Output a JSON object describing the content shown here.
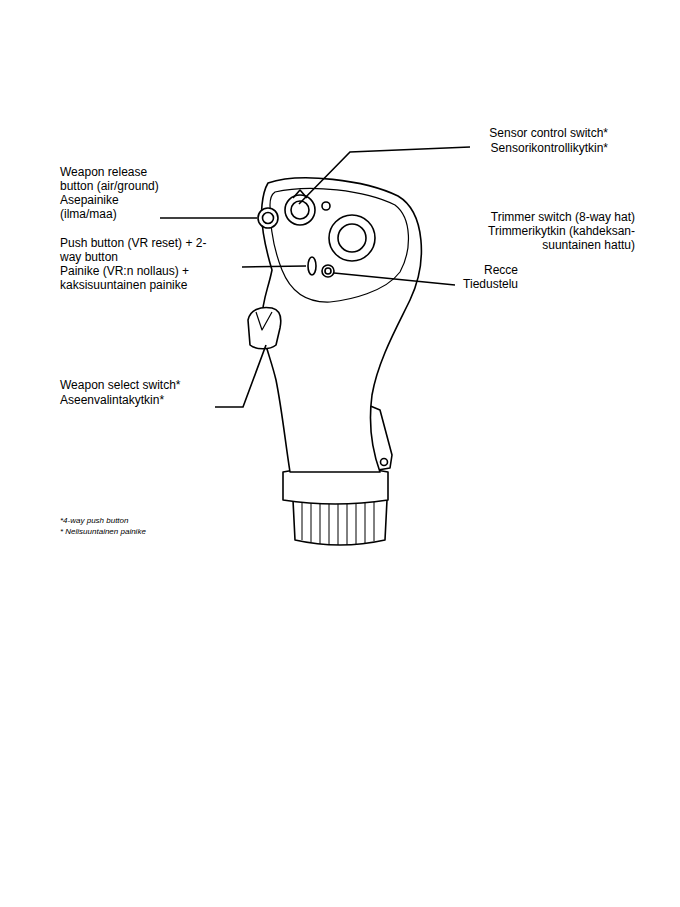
{
  "diagram": {
    "labels": [
      "Sensor control switch*",
      "Sensorikontrollikytkin*",
      "Weapon release button (air/ground)",
      "Asepainike (ilma/maa)",
      "Trimmer switch (8-way hat)",
      "Trimmerikytkin (kahdeksan- suuntainen hattu)",
      "Push button (VR reset) + 2-way button",
      "Painike (VR:n nollaus) + kaksisuuntainen painike",
      "Recce",
      "Tiedustelu",
      "Weapon select switch*",
      "Aseenvalintakytkin*",
      "*4-way push button",
      "* Nelisuuntainen painike"
    ]
  }
}
